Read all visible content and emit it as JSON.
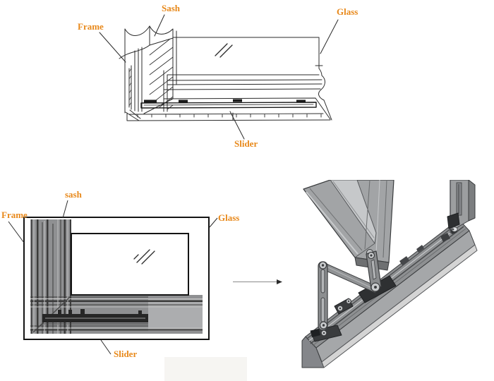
{
  "colors": {
    "background": "#FFFFFF",
    "label": "#E8891B",
    "line": "#2B2B2B",
    "profile_gray": "#8F9092",
    "profile_gray_light": "#ACADAF",
    "slider_dark": "#262626",
    "hardware_dark": "#2E3032"
  },
  "top_diagram": {
    "labels": {
      "sash": "Sash",
      "frame": "Frame",
      "glass": "Glass",
      "slider": "Slider"
    }
  },
  "bottom_left_diagram": {
    "labels": {
      "sash": "sash",
      "frame": "Frame",
      "glass": "Glass",
      "slider": "Slider"
    }
  },
  "icons": {
    "transition_arrow": "right-arrow"
  }
}
